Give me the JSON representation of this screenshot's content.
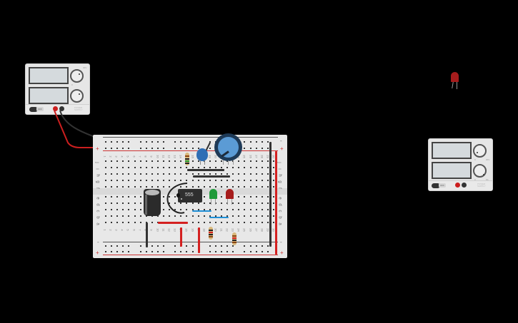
{
  "canvas": {
    "background": "#000000"
  },
  "power_supply_1": {
    "label_top_knob_max": "30V",
    "label_top_knob_min": "0",
    "label_top_knob_max2": "30V",
    "label_bottom_knob_min": "0",
    "label_bottom_knob_max": "5A",
    "switch_label": "OFF",
    "brand": "POWER SUPPLY",
    "positive_color": "#cc1f1f",
    "negative_color": "#333333"
  },
  "power_supply_2": {
    "label_top_knob_min": "0",
    "label_top_knob_max": "30V",
    "label_bottom_knob_min": "0",
    "label_bottom_knob_max": "5A",
    "switch_label": "OFF",
    "brand": "POWER SUPPLY",
    "positive_color": "#cc1f1f",
    "negative_color": "#333333"
  },
  "breadboard": {
    "rail_top_minus": "-",
    "rail_top_plus": "+",
    "rail_bottom_minus": "-",
    "rail_bottom_plus": "+",
    "top_rows": [
      "j",
      "i",
      "h",
      "g",
      "f"
    ],
    "bottom_rows": [
      "e",
      "d",
      "c",
      "b",
      "a"
    ],
    "columns": [
      "1",
      "2",
      "3",
      "4",
      "5",
      "6",
      "7",
      "8",
      "9",
      "10",
      "11",
      "12",
      "13",
      "14",
      "15",
      "16",
      "17",
      "18",
      "19",
      "20",
      "21",
      "22",
      "23",
      "24",
      "25",
      "26",
      "27",
      "28",
      "29",
      "30"
    ]
  },
  "components": {
    "ic_label": "555",
    "led_green_color": "#1f9a3a",
    "led_red_color": "#a61c1c",
    "loose_led_color": "#a61c1c",
    "potentiometer_color": "#5b9bd5",
    "ceramic_cap_color": "#2f6eb5",
    "electrolytic_cap_color": "#2b2b2b"
  }
}
